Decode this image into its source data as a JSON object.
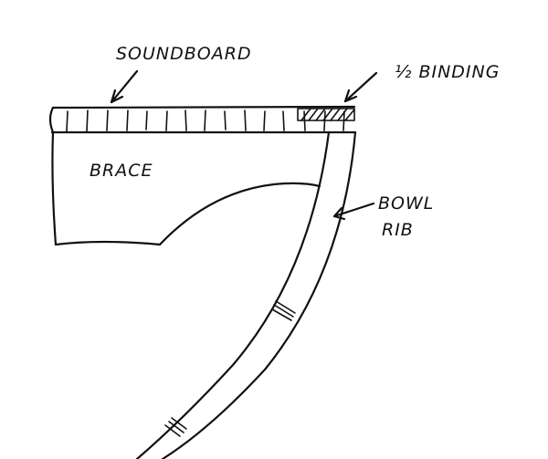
{
  "labels": {
    "soundboard": "SOUNDBOARD",
    "binding": "½ BINDING",
    "brace": "BRACE",
    "bowl_rib_line1": "BOWL",
    "bowl_rib_line2": "RIB"
  },
  "ink_color": "#111111",
  "background_color": "#ffffff"
}
